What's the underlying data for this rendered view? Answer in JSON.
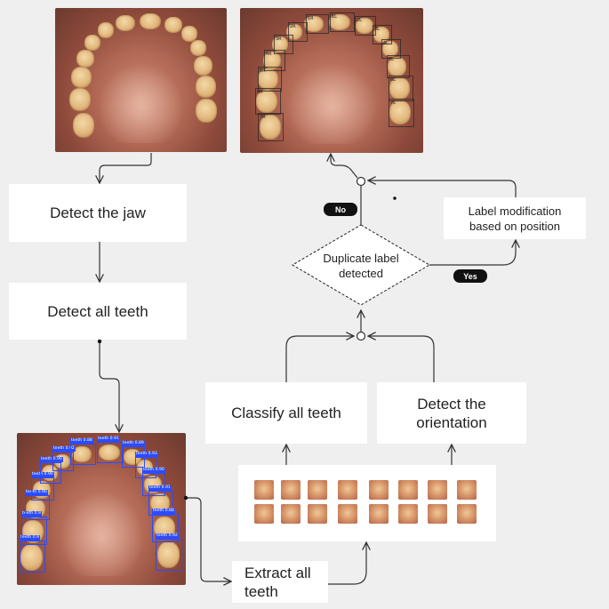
{
  "steps": {
    "detect_jaw": "Detect the jaw",
    "detect_teeth": "Detect all teeth",
    "extract_teeth": "Extract all teeth",
    "classify_teeth": "Classify all teeth",
    "detect_orientation": "Detect the orientation",
    "label_modification": "Label modification based on position"
  },
  "decision": {
    "text": "Duplicate label detected",
    "no_label": "No",
    "yes_label": "Yes"
  },
  "detection_labels": [
    "teeth 0.9",
    "teeth 0.9",
    "teeth 0.90",
    "teeth 0.90",
    "teeth 0.90",
    "teeth 0.92",
    "teeth 0.88",
    "teeth 0.91",
    "teeth 0.89",
    "teeth 0.93",
    "teeth 0.90",
    "teeth 0.91",
    "teeth 0.88",
    "teeth 0.92"
  ],
  "tooth_labels": [
    "1R",
    "1L",
    "2R",
    "2L",
    "3R",
    "3L",
    "4R",
    "4L",
    "5R",
    "5L",
    "6R",
    "6L",
    "7R",
    "7L"
  ],
  "colors": {
    "background": "#efefef",
    "box": "#ffffff",
    "arrow": "#333333",
    "bbox_blue": "#2b4cff",
    "pill": "#111111"
  }
}
